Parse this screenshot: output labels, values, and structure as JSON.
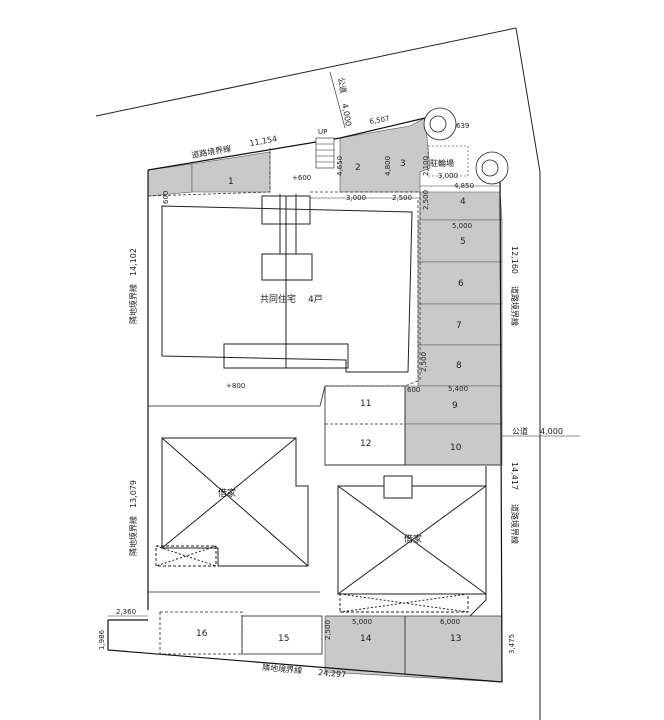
{
  "roads": {
    "north": {
      "label": "公道",
      "width": "4,000"
    },
    "east": {
      "label": "公道",
      "width": "4,000"
    }
  },
  "boundaries": {
    "road_north": {
      "label": "道路境界線",
      "length": "11,154"
    },
    "road_east_upper": {
      "label": "道路境界線",
      "length": "12,160"
    },
    "road_east_lower": {
      "label": "道路境界線",
      "length": "14,417"
    },
    "neighbor_west_upper": {
      "label": "隣地境界線",
      "length": "14,102"
    },
    "neighbor_west_lower": {
      "label": "隣地境界線",
      "length": "13,079"
    },
    "neighbor_south": {
      "label": "隣地境界線",
      "length": "24,297"
    }
  },
  "buildings": {
    "apartment": {
      "label": "共同住宅",
      "units": "4戸"
    },
    "rental_left": {
      "label": "借家"
    },
    "rental_right": {
      "label": "借家"
    }
  },
  "levels": {
    "north": "+600",
    "middle": "+800"
  },
  "markers": {
    "up": "UP",
    "bicycle": "駐輪場"
  },
  "parking": {
    "spaces": [
      "1",
      "2",
      "3",
      "4",
      "5",
      "6",
      "7",
      "8",
      "9",
      "10",
      "11",
      "12",
      "13",
      "14",
      "15",
      "16"
    ]
  },
  "dimensions": {
    "d6507": "6,507",
    "d4000": "4,000",
    "d4650": "4,650",
    "d4800": "4,800",
    "d2100": "2,100",
    "d3000_bike": "3,000",
    "d4850": "4,850",
    "d639": "639",
    "d3000": "3,000",
    "d2500_top": "2,500",
    "d2500_v": "2,500",
    "d600_left": "600",
    "d5000": "5,000",
    "d2500_mid": "2,500",
    "d5400": "5,400",
    "d600_mid": "600",
    "d2360": "2,360",
    "d1986": "1,986",
    "d5000_bottom": "5,000",
    "d6000_bottom": "6,000",
    "d2500_bottom": "2,500",
    "d3475": "3,475"
  }
}
